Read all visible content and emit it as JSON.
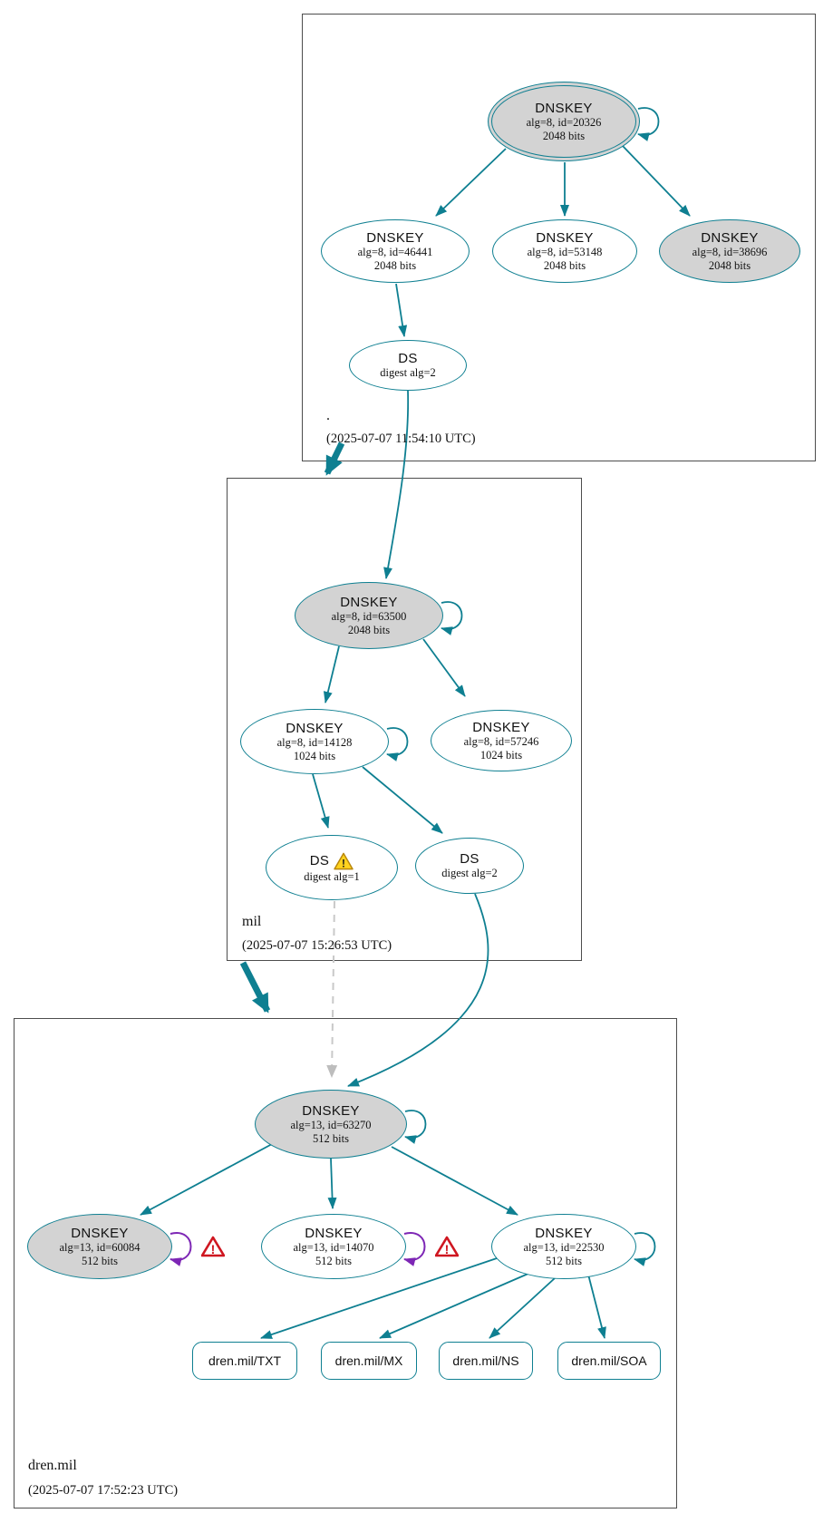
{
  "diagram_type": "dnssec-authentication-chain",
  "colors": {
    "edge_secure": "#0e7f91",
    "edge_insecure_dashed": "#c9c9c9",
    "edge_error_loop": "#7d26b5",
    "node_fill_sep": "#d3d3d3",
    "node_fill": "#ffffff",
    "warning_yellow": "#ffd21e",
    "error_red": "#cf1620",
    "zone_box_border": "#4d4d4d"
  },
  "zones": [
    {
      "label": ".",
      "timestamp": "(2025-07-07 11:54:10 UTC)",
      "nodes": {
        "ksk": {
          "title": "DNSKEY",
          "alg": "alg=8, id=20326",
          "bits": "2048 bits"
        },
        "key2": {
          "title": "DNSKEY",
          "alg": "alg=8, id=46441",
          "bits": "2048 bits"
        },
        "key3": {
          "title": "DNSKEY",
          "alg": "alg=8, id=53148",
          "bits": "2048 bits"
        },
        "key4": {
          "title": "DNSKEY",
          "alg": "alg=8, id=38696",
          "bits": "2048 bits"
        },
        "ds": {
          "title": "DS",
          "digest": "digest alg=2"
        }
      }
    },
    {
      "label": "mil",
      "timestamp": "(2025-07-07 15:26:53 UTC)",
      "nodes": {
        "ksk": {
          "title": "DNSKEY",
          "alg": "alg=8, id=63500",
          "bits": "2048 bits"
        },
        "key2": {
          "title": "DNSKEY",
          "alg": "alg=8, id=14128",
          "bits": "1024 bits"
        },
        "key3": {
          "title": "DNSKEY",
          "alg": "alg=8, id=57246",
          "bits": "1024 bits"
        },
        "ds1": {
          "title": "DS",
          "digest": "digest alg=1"
        },
        "ds2": {
          "title": "DS",
          "digest": "digest alg=2"
        }
      }
    },
    {
      "label": "dren.mil",
      "timestamp": "(2025-07-07 17:52:23 UTC)",
      "nodes": {
        "ksk": {
          "title": "DNSKEY",
          "alg": "alg=13, id=63270",
          "bits": "512 bits"
        },
        "key2": {
          "title": "DNSKEY",
          "alg": "alg=13, id=60084",
          "bits": "512 bits"
        },
        "key3": {
          "title": "DNSKEY",
          "alg": "alg=13, id=14070",
          "bits": "512 bits"
        },
        "key4": {
          "title": "DNSKEY",
          "alg": "alg=13, id=22530",
          "bits": "512 bits"
        },
        "rrsets": [
          {
            "label": "dren.mil/TXT"
          },
          {
            "label": "dren.mil/MX"
          },
          {
            "label": "dren.mil/NS"
          },
          {
            "label": "dren.mil/SOA"
          }
        ]
      }
    }
  ]
}
